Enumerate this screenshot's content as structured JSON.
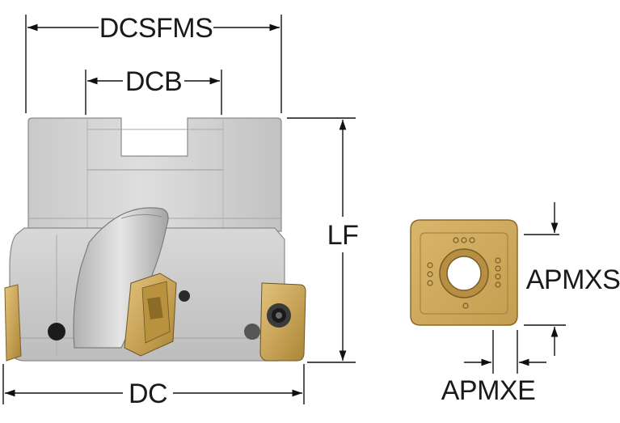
{
  "dimensions": {
    "dcsfms": "DCSFMS",
    "dcb": "DCB",
    "lf": "LF",
    "dc": "DC",
    "apmxs": "APMXS",
    "apmxe": "APMXE"
  },
  "colors": {
    "body_light": "#d4d4d4",
    "body_mid": "#b9b9b9",
    "body_dark": "#8e8e8e",
    "insert_gold": "#c9a55a",
    "insert_dark": "#9a7a3a",
    "line": "#111111"
  }
}
